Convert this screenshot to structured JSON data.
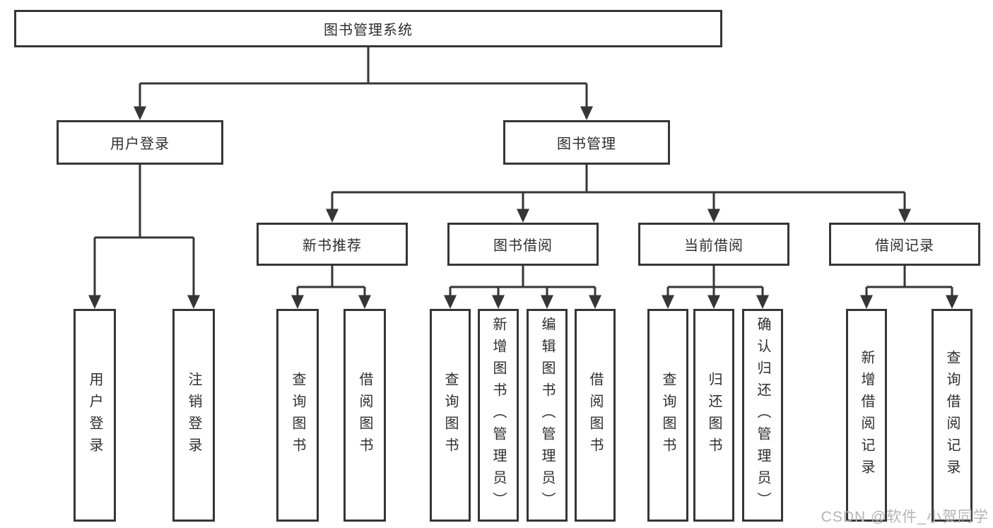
{
  "tree": {
    "label": "图书管理系统",
    "children": [
      {
        "label": "用户登录",
        "children": [
          {
            "label": "用户登录"
          },
          {
            "label": "注销登录"
          }
        ]
      },
      {
        "label": "图书管理",
        "children": [
          {
            "label": "新书推荐",
            "children": [
              {
                "label": "查询图书"
              },
              {
                "label": "借阅图书"
              }
            ]
          },
          {
            "label": "图书借阅",
            "children": [
              {
                "label": "查询图书"
              },
              {
                "label": "新增图书（管理员）"
              },
              {
                "label": "编辑图书（管理员）"
              },
              {
                "label": "借阅图书"
              }
            ]
          },
          {
            "label": "当前借阅",
            "children": [
              {
                "label": "查询图书"
              },
              {
                "label": "归还图书"
              },
              {
                "label": "确认归还（管理员）"
              }
            ]
          },
          {
            "label": "借阅记录",
            "children": [
              {
                "label": "新增借阅记录"
              },
              {
                "label": "查询借阅记录"
              }
            ]
          }
        ]
      }
    ]
  },
  "watermark": "CSDN @软件_小贺同学",
  "colors": {
    "line": "#363636",
    "box_border": "#363636",
    "text": "#2e2e2e",
    "background": "#ffffff",
    "watermark": "#b4b4b4"
  }
}
